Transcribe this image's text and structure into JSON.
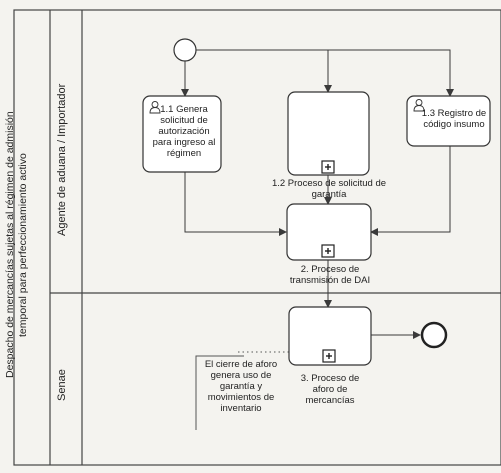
{
  "pool": {
    "title_line1": "Despacho de mercancías sujetas al régimen de admisión",
    "title_line2": "temporal para perfeccionamiento activo"
  },
  "lanes": {
    "agent": "Agente de aduana / Importador",
    "senae": "Senae"
  },
  "tasks": {
    "t11": [
      "1.1 Genera",
      "solicitud de",
      "autorización",
      "para ingreso  al",
      "régimen"
    ],
    "t12": [
      "1.2 Proceso de solicitud de",
      "garantía"
    ],
    "t13": [
      "1.3 Registro de",
      "código insumo"
    ],
    "t2": [
      "2. Proceso de",
      "transmisión de DAI"
    ],
    "t3": [
      "3. Proceso de",
      "aforo de",
      "mercancías"
    ]
  },
  "annotation": [
    "El cierre de aforo",
    "genera uso de",
    "garantía y",
    "movimientos de",
    "inventario"
  ],
  "colors": {
    "line": "#3a3a3a",
    "background": "#f4f3ef"
  },
  "icons": {
    "user_task": "user-icon",
    "subprocess": "plus-marker-icon"
  }
}
